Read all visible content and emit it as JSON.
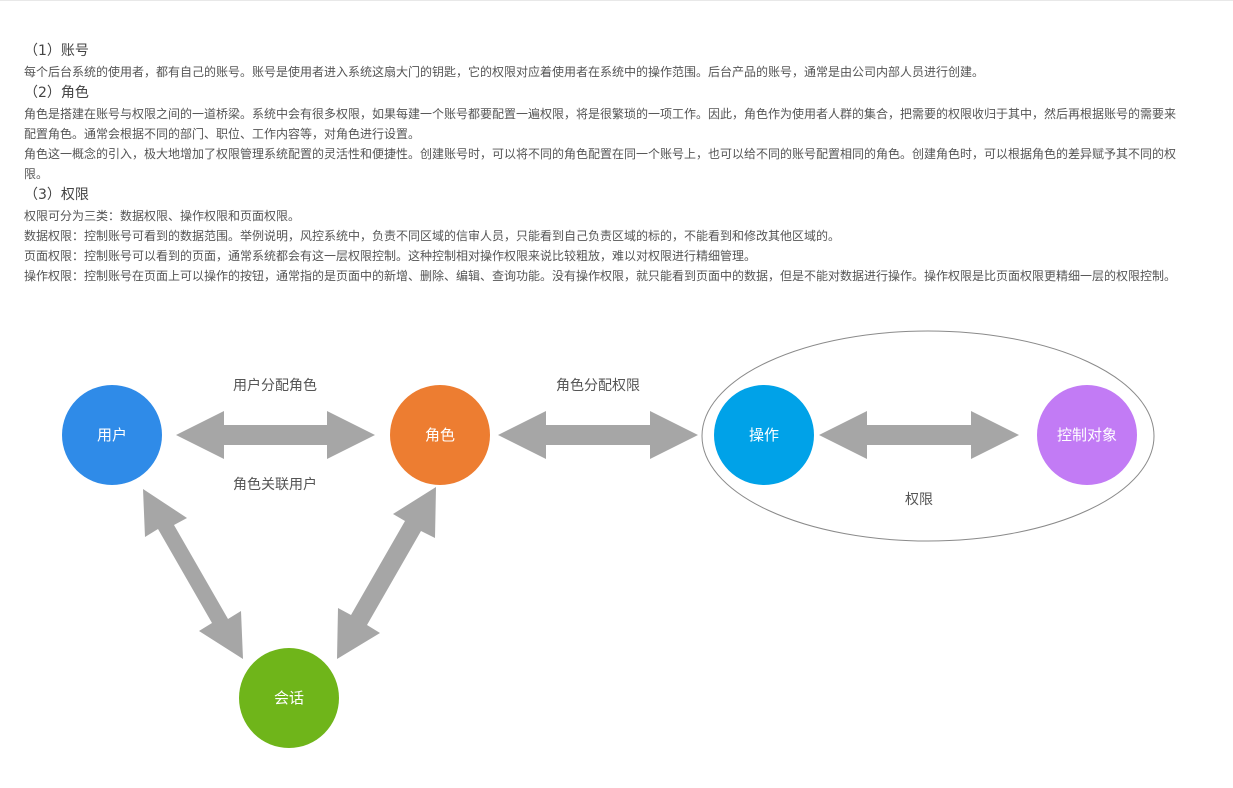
{
  "article": {
    "sections": [
      {
        "heading": "（1）账号",
        "paragraphs": [
          "每个后台系统的使用者，都有自己的账号。账号是使用者进入系统这扇大门的钥匙，它的权限对应着使用者在系统中的操作范围。后台产品的账号，通常是由公司内部人员进行创建。"
        ]
      },
      {
        "heading": "（2）角色",
        "paragraphs": [
          "角色是搭建在账号与权限之间的一道桥梁。系统中会有很多权限，如果每建一个账号都要配置一遍权限，将是很繁琐的一项工作。因此，角色作为使用者人群的集合，把需要的权限收归于其中，然后再根据账号的需要来配置角色。通常会根据不同的部门、职位、工作内容等，对角色进行设置。",
          "角色这一概念的引入，极大地增加了权限管理系统配置的灵活性和便捷性。创建账号时，可以将不同的角色配置在同一个账号上，也可以给不同的账号配置相同的角色。创建角色时，可以根据角色的差异赋予其不同的权限。"
        ]
      },
      {
        "heading": "（3）权限",
        "paragraphs": [
          "权限可分为三类：数据权限、操作权限和页面权限。",
          "数据权限：控制账号可看到的数据范围。举例说明，风控系统中，负责不同区域的信审人员，只能看到自己负责区域的标的，不能看到和修改其他区域的。",
          "页面权限：控制账号可以看到的页面，通常系统都会有这一层权限控制。这种控制相对操作权限来说比较粗放，难以对权限进行精细管理。",
          "操作权限：控制账号在页面上可以操作的按钮，通常指的是页面中的新增、删除、编辑、查询功能。没有操作权限，就只能看到页面中的数据，但是不能对数据进行操作。操作权限是比页面权限更精细一层的权限控制。"
        ]
      }
    ]
  },
  "diagram": {
    "nodes": {
      "user": {
        "label": "用户",
        "color": "#2f8be8"
      },
      "role": {
        "label": "角色",
        "color": "#ed7d31"
      },
      "operation": {
        "label": "操作",
        "color": "#00a2e8"
      },
      "control_object": {
        "label": "控制对象",
        "color": "#c27bf5"
      },
      "session": {
        "label": "会话",
        "color": "#6fb51a"
      }
    },
    "edge_labels": {
      "user_assign_role": "用户分配角色",
      "role_link_user": "角色关联用户",
      "role_assign_permission": "角色分配权限"
    },
    "group_label": "权限",
    "arrow_color": "#a6a6a6"
  }
}
